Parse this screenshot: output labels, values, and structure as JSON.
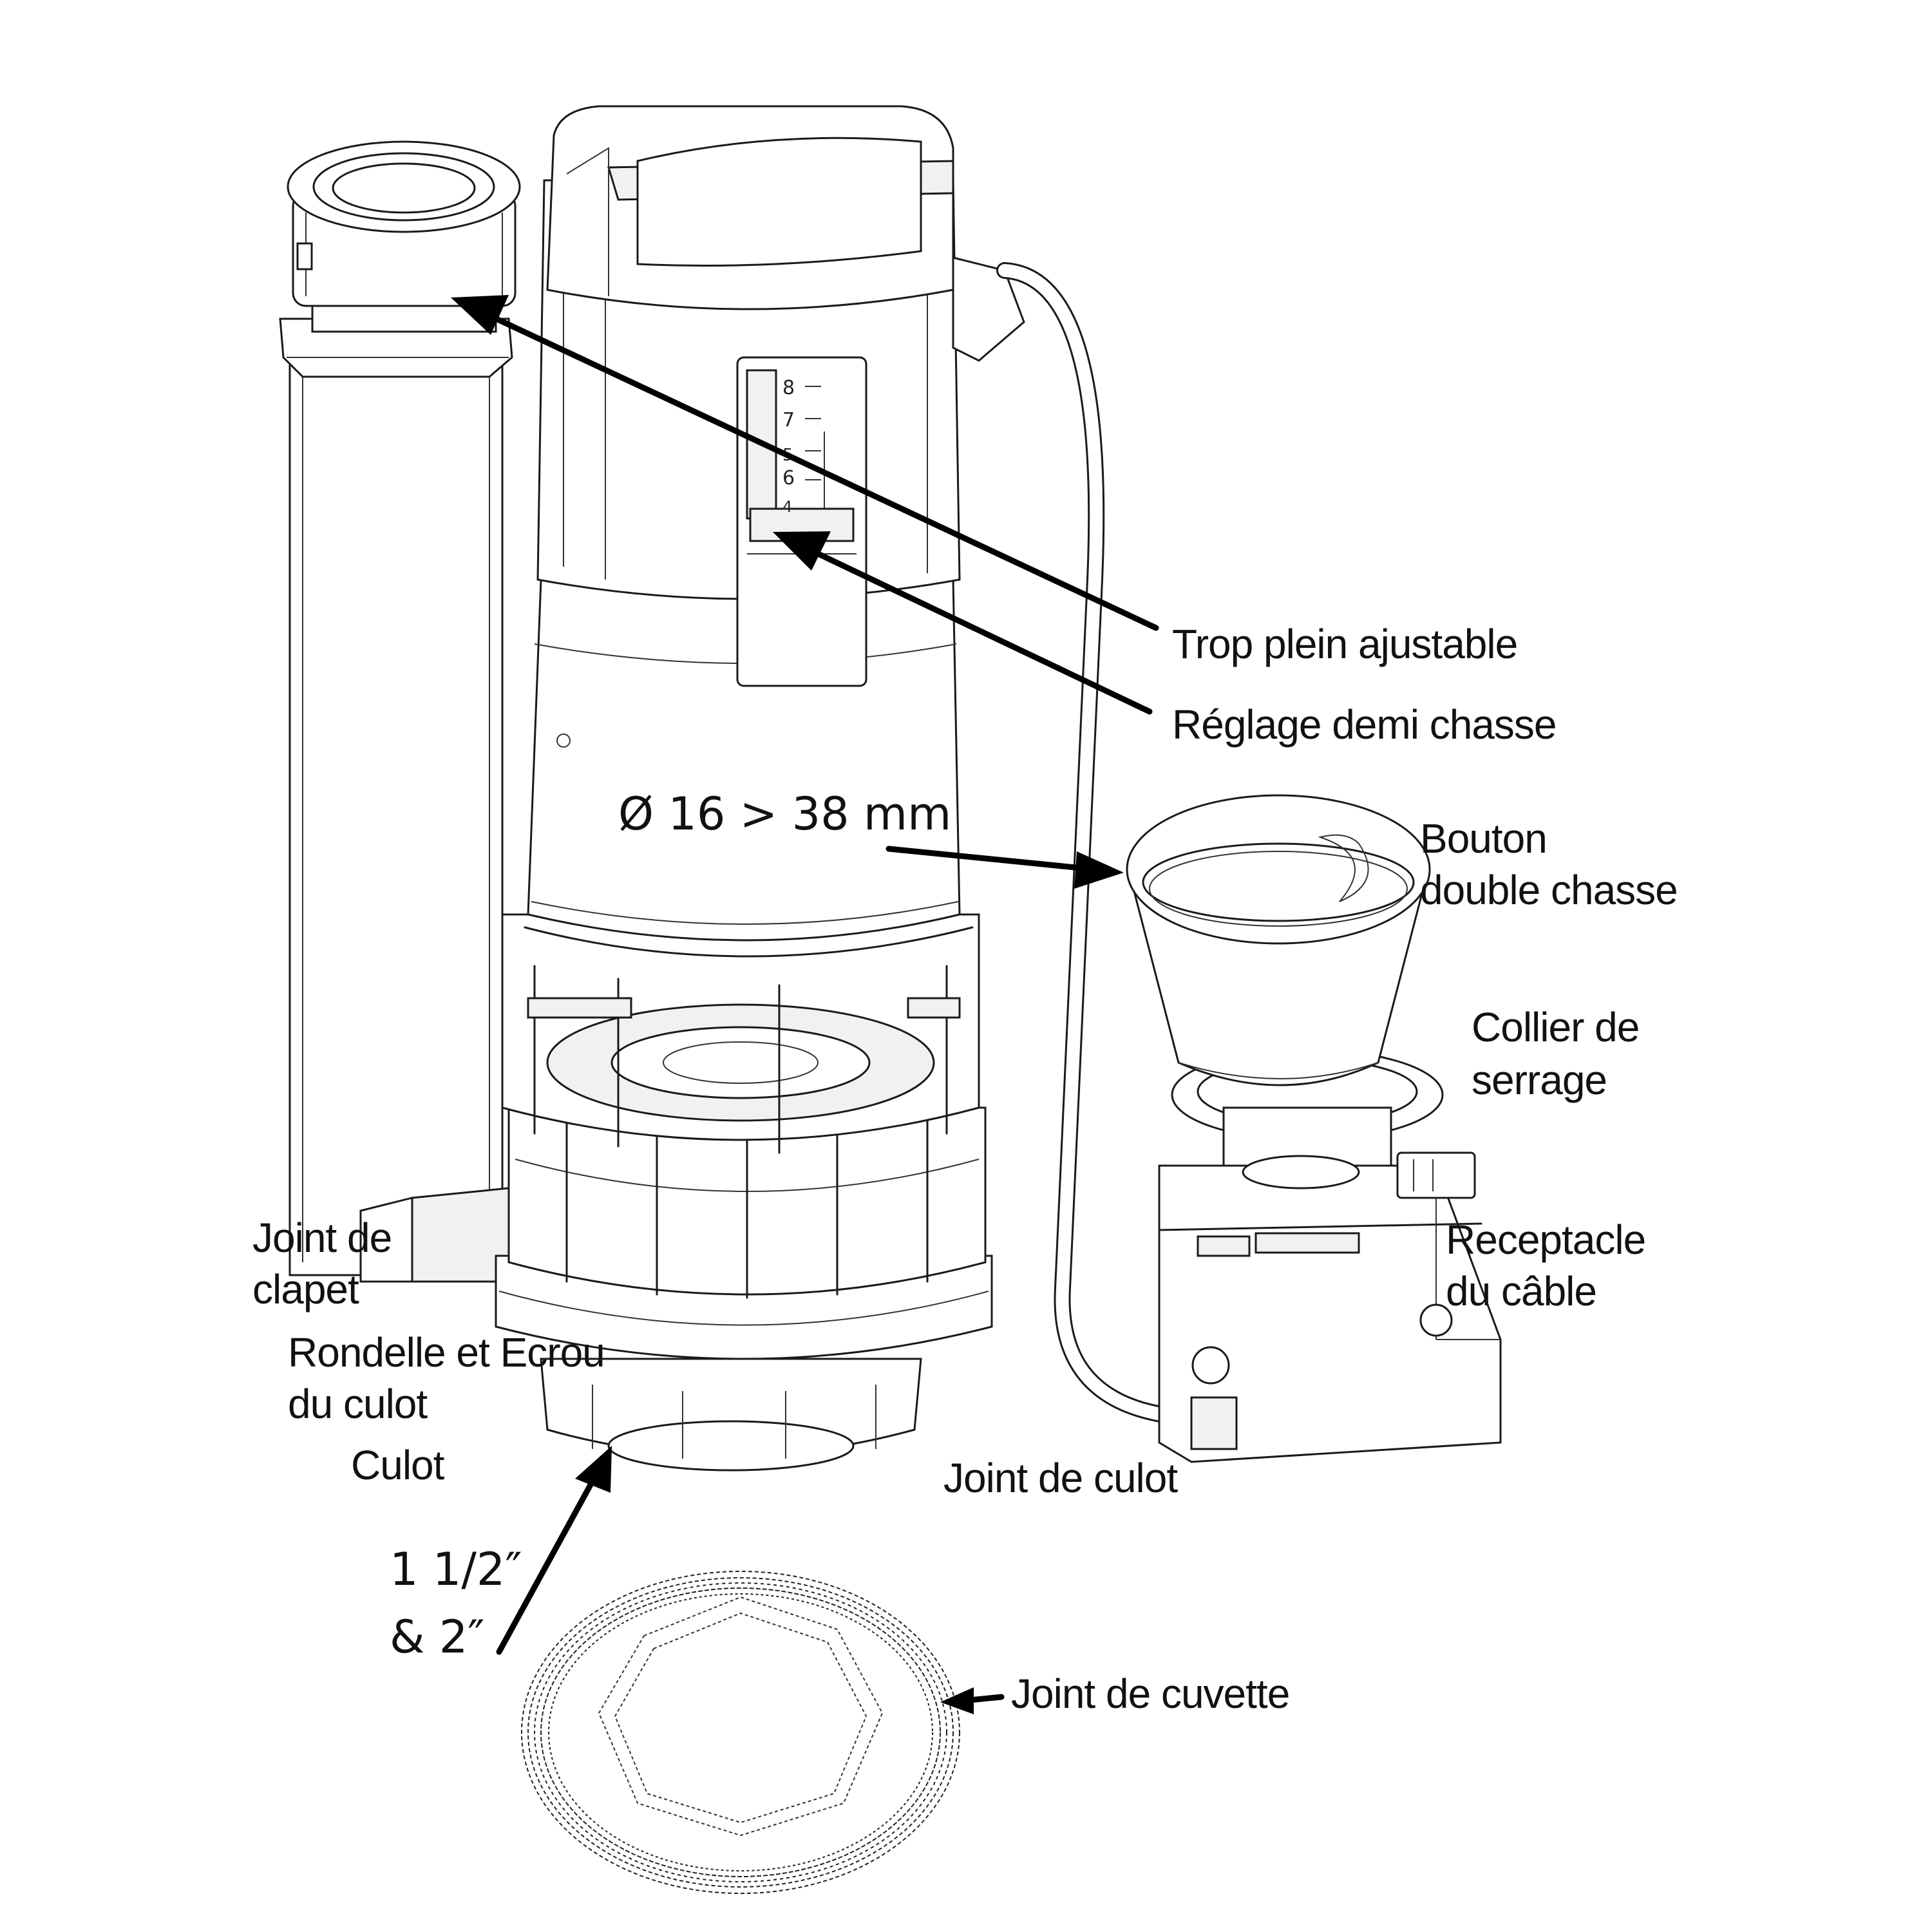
{
  "labels": {
    "trop_plein": "Trop plein ajustable",
    "reglage": "Réglage demi chasse",
    "diametre": "Ø 16 > 38 mm",
    "bouton_l1": "Bouton",
    "bouton_l2": "double chasse",
    "collier_l1": "Collier de",
    "collier_l2": "serrage",
    "receptacle_l1": "Receptacle",
    "receptacle_l2": "du câble",
    "joint_clapet_l1": "Joint de",
    "joint_clapet_l2": "clapet",
    "rondelle_l1": "Rondelle et Ecrou",
    "rondelle_l2": "du culot",
    "culot": "Culot",
    "joint_culot": "Joint de culot",
    "size_l1": "1 1/2″",
    "size_l2": "& 2″",
    "joint_cuvette": "Joint de cuvette"
  },
  "scale_marks": [
    "8",
    "7",
    "6",
    "5",
    "4"
  ]
}
